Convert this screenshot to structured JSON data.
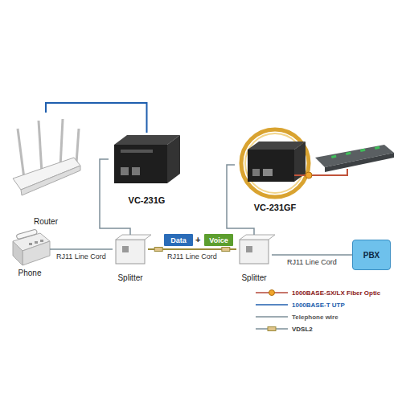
{
  "diagram": {
    "nodes": [
      {
        "text": [
          "Router"
        ]
      },
      {
        "text": [
          "VC-231G"
        ]
      },
      {
        "text": [
          "VC-231GF"
        ]
      },
      {
        "text": [
          "Phone"
        ]
      },
      {
        "text": [
          "Splitter"
        ]
      },
      {
        "text": [
          "Data"
        ]
      },
      {
        "text": [
          "Voice"
        ]
      },
      {
        "text": [
          "Splitter"
        ]
      },
      {
        "text": [
          "PBX"
        ]
      }
    ],
    "edges": [
      {
        "from": 0,
        "to": 1,
        "arrow": "none"
      },
      {
        "from": 1,
        "to": 4,
        "arrow": "none"
      },
      {
        "from": 2,
        "to": 7,
        "arrow": "none"
      },
      {
        "from": 3,
        "to": 4,
        "label": "RJ11 Line Cord",
        "arrow": "none"
      },
      {
        "from": 4,
        "to": 7,
        "label": "RJ11 Line Cord",
        "arrow": "none"
      },
      {
        "from": 7,
        "to": 8,
        "label": "RJ11 Line Cord",
        "arrow": "none"
      }
    ],
    "labels": [
      "+"
    ],
    "legend": [
      {
        "text": "1000BASE-SX/LX Fiber Optic"
      },
      {
        "text": "1000BASE-T UTP"
      },
      {
        "text": "Telephone wire"
      },
      {
        "text": "VDSL2"
      }
    ]
  }
}
